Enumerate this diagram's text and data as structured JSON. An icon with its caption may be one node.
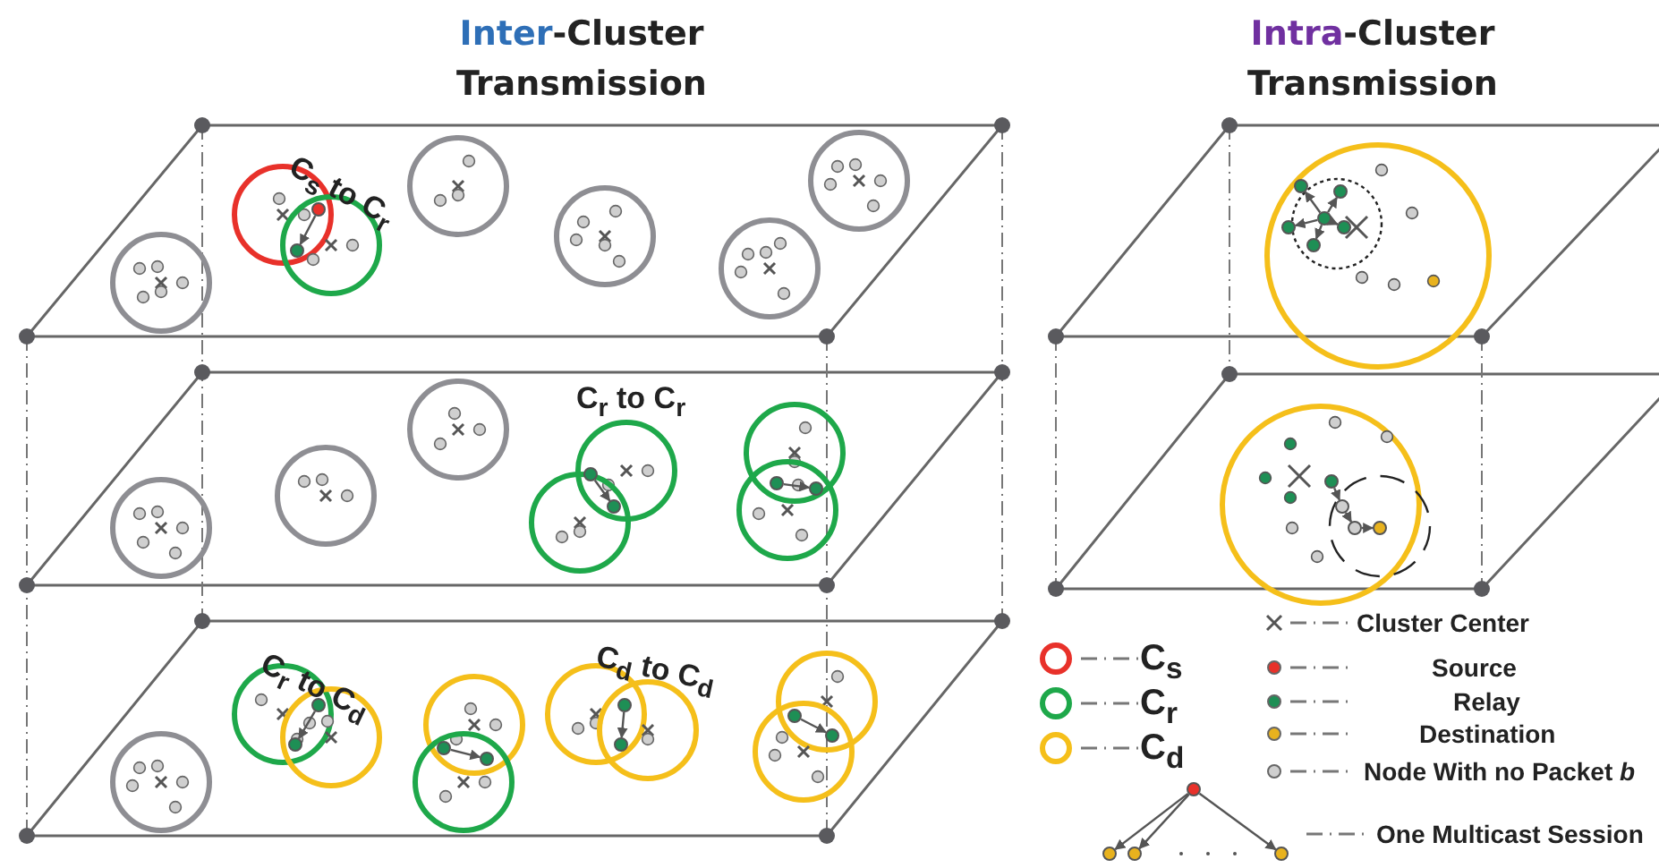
{
  "diagram": {
    "nodes": [
      {
        "text": [],
        "shape": "circle"
      },
      {
        "text": [],
        "shape": "circle"
      },
      {
        "text": [],
        "shape": "circle"
      },
      {
        "text": [],
        "shape": "circle"
      },
      {
        "text": [],
        "shape": "circle"
      },
      {
        "text": [],
        "shape": "circle"
      },
      {
        "text": [],
        "shape": "circle"
      },
      {
        "text": [],
        "shape": "circle"
      },
      {
        "text": [],
        "shape": "circle"
      },
      {
        "text": [],
        "shape": "circle"
      },
      {
        "text": [],
        "shape": "circle"
      },
      {
        "text": [],
        "shape": "circle"
      },
      {
        "text": [],
        "shape": "circle"
      },
      {
        "text": [],
        "shape": "circle"
      },
      {
        "text": [],
        "shape": "circle"
      },
      {
        "text": [],
        "shape": "circle"
      },
      {
        "text": [],
        "shape": "circle"
      },
      {
        "text": [],
        "shape": "circle"
      },
      {
        "text": [],
        "shape": "circle"
      },
      {
        "text": [],
        "shape": "circle"
      },
      {
        "text": [],
        "shape": "circle"
      },
      {
        "text": [],
        "shape": "circle"
      },
      {
        "text": [],
        "shape": "circle"
      },
      {
        "text": [],
        "shape": "circle"
      },
      {
        "text": [],
        "shape": "circle"
      },
      {
        "text": [],
        "shape": "circle"
      },
      {
        "text": [],
        "shape": "circle"
      },
      {
        "text": [],
        "shape": "circle"
      }
    ],
    "edges": [
      {
        "from": 0,
        "to": 1,
        "arrow": "to"
      },
      {
        "from": 2,
        "to": 3,
        "arrow": "to"
      },
      {
        "from": 4,
        "to": 5,
        "arrow": "to"
      },
      {
        "from": 6,
        "to": 7,
        "arrow": "to"
      },
      {
        "from": 8,
        "to": 9,
        "arrow": "to"
      },
      {
        "from": 10,
        "to": 11,
        "arrow": "to"
      },
      {
        "from": 12,
        "to": 13,
        "arrow": "to"
      },
      {
        "from": 14,
        "to": 15,
        "arrow": "to"
      },
      {
        "from": 14,
        "to": 16,
        "arrow": "to"
      },
      {
        "from": 14,
        "to": 17,
        "arrow": "to"
      },
      {
        "from": 14,
        "to": 18,
        "arrow": "to"
      },
      {
        "from": 14,
        "to": 19,
        "arrow": "to"
      },
      {
        "from": 20,
        "to": 21,
        "arrow": "to"
      },
      {
        "from": 21,
        "to": 22,
        "arrow": "to"
      },
      {
        "from": 22,
        "to": 23,
        "arrow": "to"
      },
      {
        "from": 24,
        "to": 25,
        "arrow": "to"
      },
      {
        "from": 24,
        "to": 26,
        "arrow": "to"
      },
      {
        "from": 24,
        "to": 27,
        "arrow": "to"
      }
    ],
    "labels": [
      "Inter-Cluster Transmission",
      "Intra-Cluster Transmission",
      "C$_{s}$ to C$_{r}$",
      "C$_{r}$ to C$_{r}$",
      "C$_{r}$ to C$_{d}$",
      "C$_{d}$ to C$_{d}$"
    ],
    "legend": [
      {
        "text": "Cluster Center"
      },
      {
        "text": "C$_{s}$",
        "color": "#e8312a"
      },
      {
        "text": "Source",
        "color": "#e8312a"
      },
      {
        "text": "C$_{r}$",
        "color": "#1ea84a"
      },
      {
        "text": "Relay",
        "color": "#1e8f55"
      },
      {
        "text": "C$_{d}$",
        "color": "#f5bf1a"
      },
      {
        "text": "Destination",
        "color": "#e8b21e"
      },
      {
        "text": "Node With no Packet *b*",
        "color": "#cfcfcf"
      },
      {
        "text": "One Multicast Session"
      }
    ]
  }
}
